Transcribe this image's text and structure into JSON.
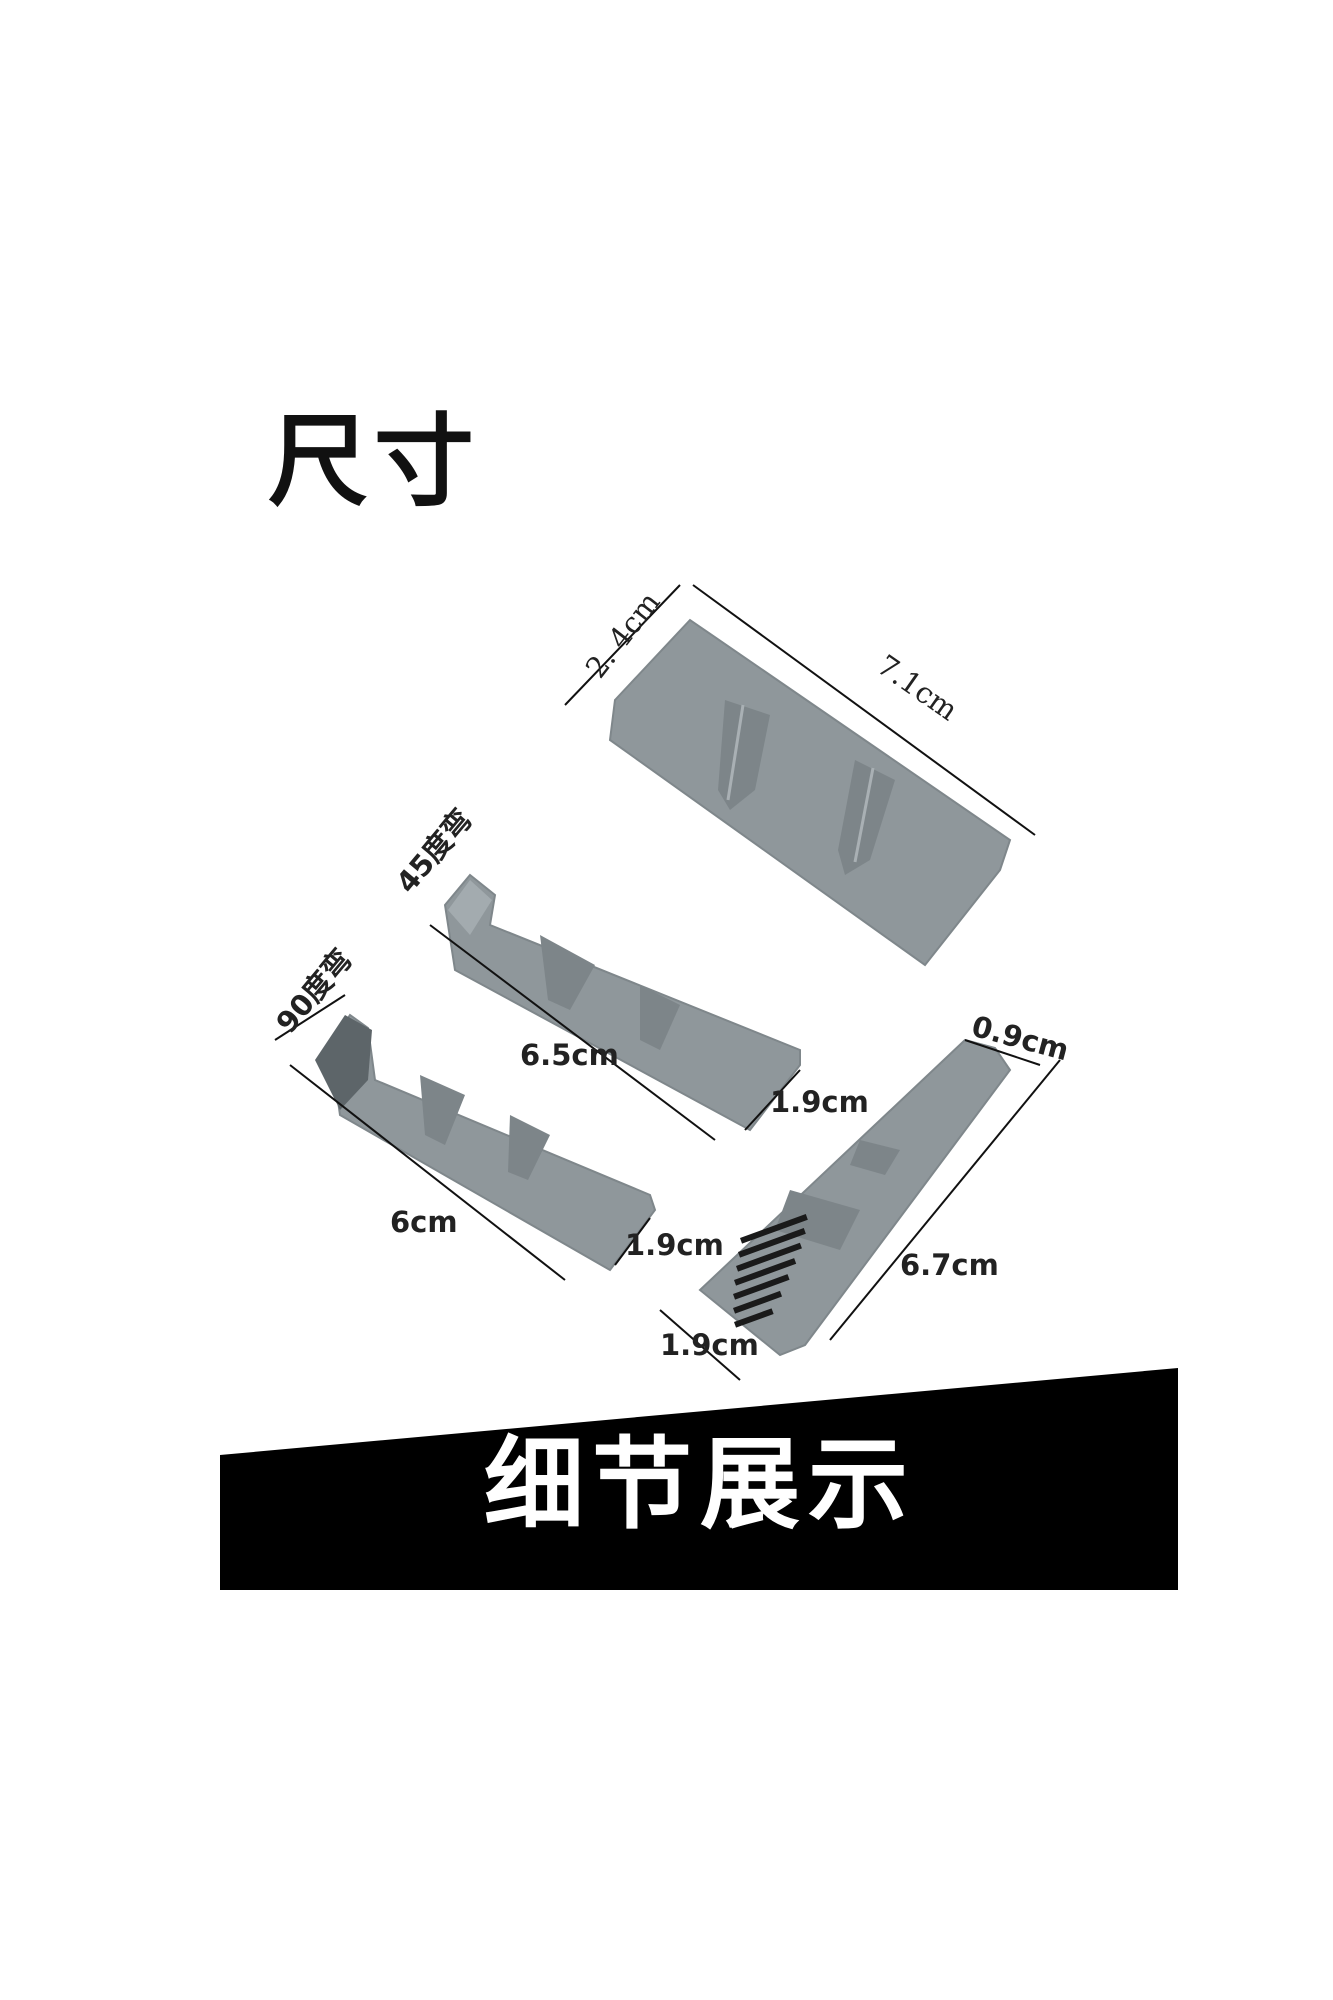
{
  "heading": "尺寸",
  "banner": "细节展示",
  "labels": {
    "top_width": "2. 4cm",
    "top_length": "7.1cm",
    "mid_bend": "45度弯",
    "mid_length": "6.5cm",
    "mid_width": "1.9cm",
    "left_bend": "90度弯",
    "left_length": "6cm",
    "left_width": "1.9cm",
    "right_tip": "0.9cm",
    "right_length": "6.7cm",
    "right_width": "1.9cm"
  },
  "colors": {
    "tool": "#8f979b",
    "tool_dark": "#6f777b",
    "banner": "#000000"
  }
}
